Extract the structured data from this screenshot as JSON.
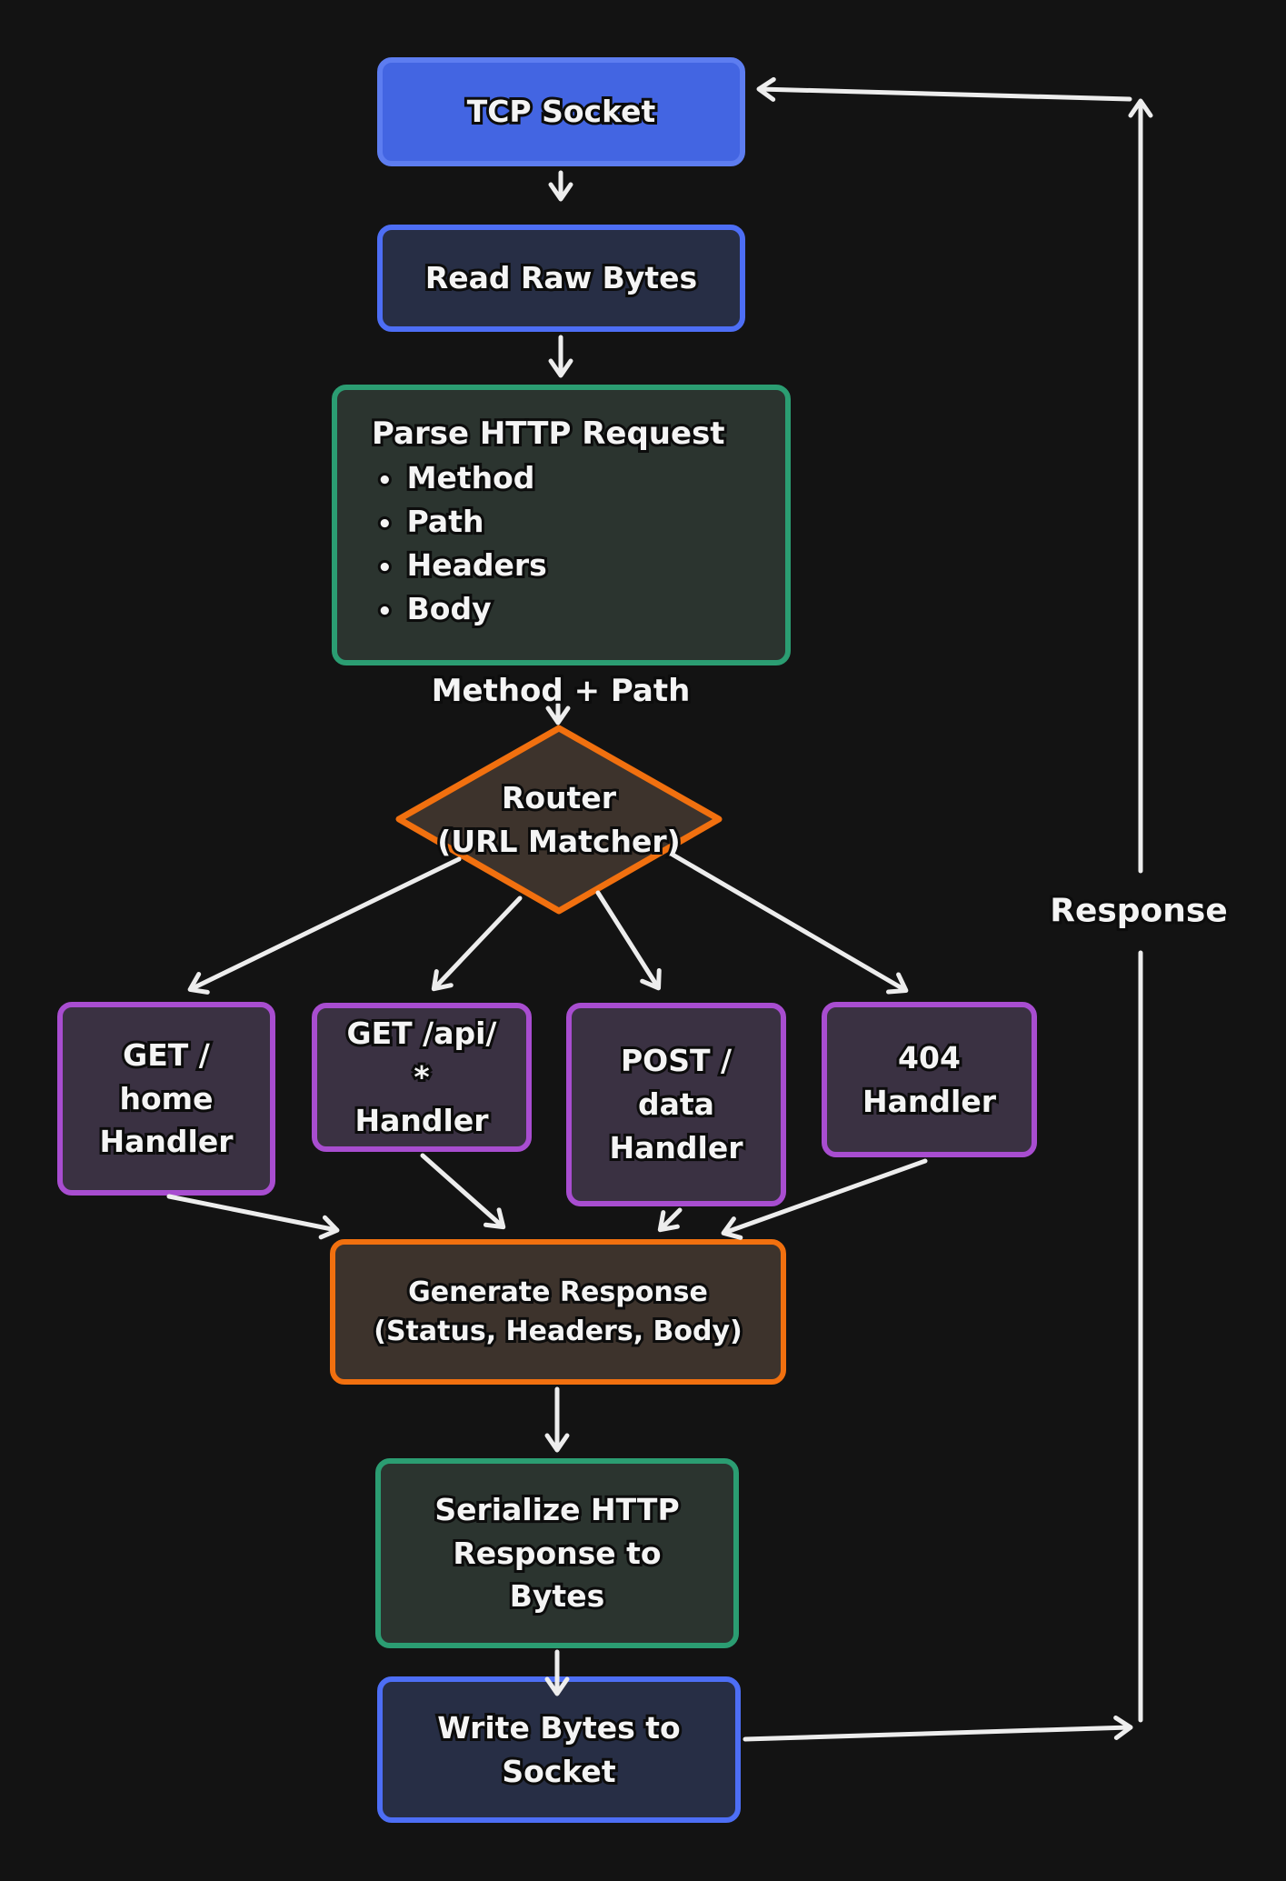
{
  "diagram": {
    "title_context": "HTTP server request lifecycle flowchart",
    "colors": {
      "background": "#131313",
      "blue_fill": "#4365e2",
      "blue_border": "#5d7df0",
      "navy_fill": "#272e45",
      "navy_border": "#4d6ef5",
      "green_border": "#2b9d72",
      "green_fill": "#2b342f",
      "orange_border": "#f1700f",
      "brown_fill": "#3d332c",
      "purple_border": "#a84dd0",
      "purple_fill": "#3a3142",
      "arrow": "#ededed",
      "text": "#f4f4f4"
    },
    "nodes": {
      "tcp_socket": {
        "label": "TCP Socket"
      },
      "read_raw_bytes": {
        "label": "Read Raw Bytes"
      },
      "parse_http_request": {
        "title": "Parse HTTP Request",
        "bullet_glyph": "•",
        "bullets": [
          "Method",
          "Path",
          "Headers",
          "Body"
        ]
      },
      "router": {
        "label": "Router\n(URL Matcher)"
      },
      "handler_get_home": {
        "label": "GET /\nhome\nHandler"
      },
      "handler_get_api": {
        "label": "GET /api/\n*\nHandler"
      },
      "handler_post_data": {
        "label": "POST /\ndata\nHandler"
      },
      "handler_404": {
        "label": "404\nHandler"
      },
      "generate_response": {
        "label": "Generate Response\n(Status, Headers, Body)"
      },
      "serialize_response": {
        "label": "Serialize HTTP\nResponse to\nBytes"
      },
      "write_bytes": {
        "label": "Write Bytes to\nSocket"
      }
    },
    "edge_labels": {
      "method_path": "Method + Path",
      "response": "Response"
    }
  }
}
